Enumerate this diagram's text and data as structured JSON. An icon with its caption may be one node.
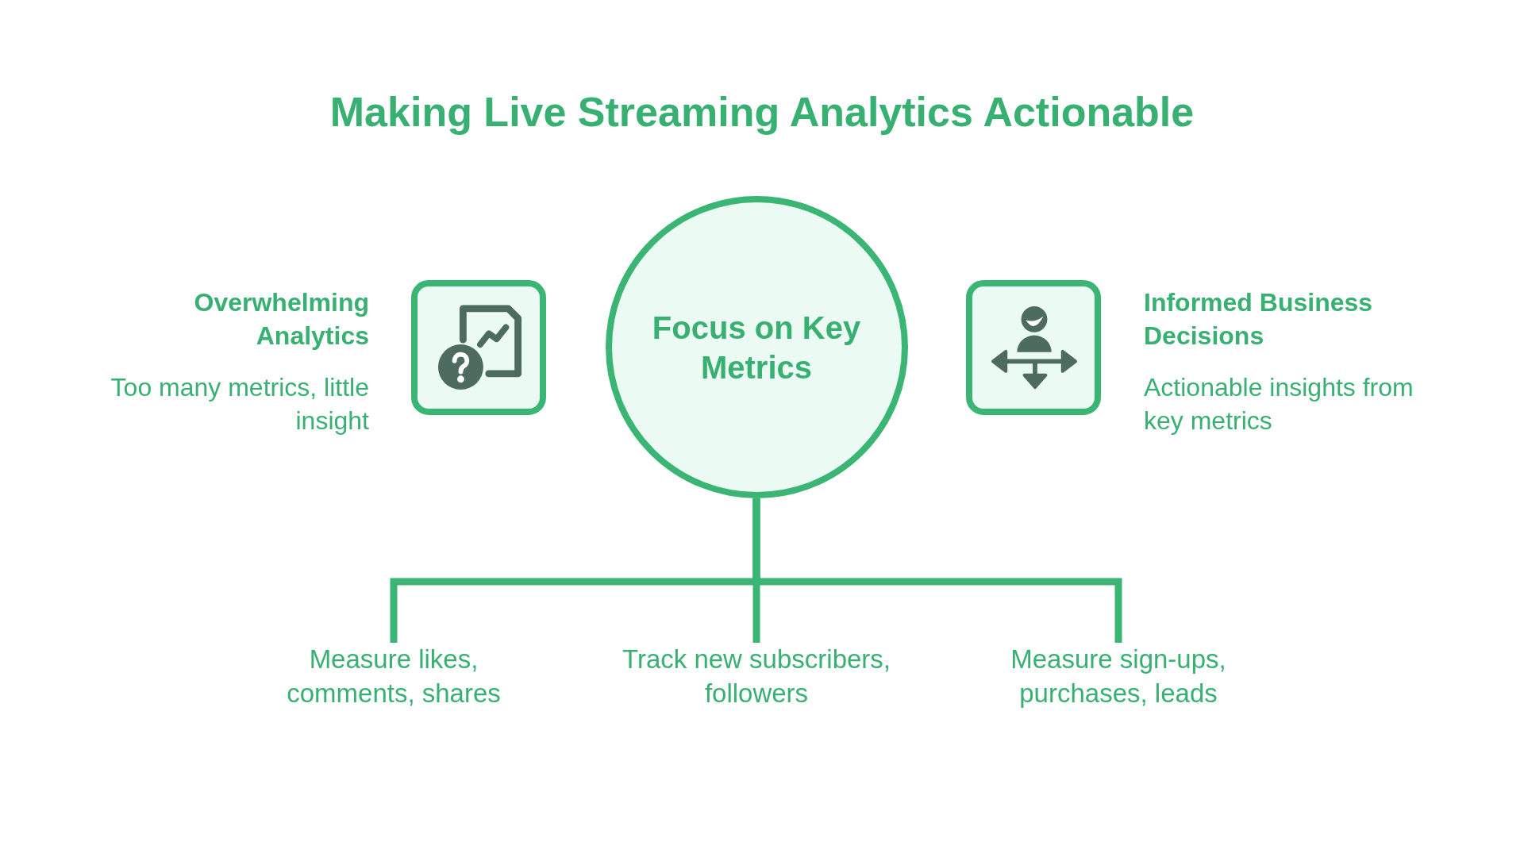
{
  "diagram": {
    "title": "Making Live Streaming Analytics Actionable",
    "nodes": [
      {
        "text": [
          "Overwhelming Analytics",
          "Too many metrics, little insight"
        ]
      },
      {
        "text": [
          "Focus on Key Metrics"
        ]
      },
      {
        "text": [
          "Informed Business Decisions",
          "Actionable insights from key metrics"
        ]
      },
      {
        "text": [
          "Measure likes, comments, shares"
        ]
      },
      {
        "text": [
          "Track new subscribers, followers"
        ]
      },
      {
        "text": [
          "Measure sign-ups, purchases, leads"
        ]
      }
    ],
    "edges": [
      {
        "from": 1,
        "to": 3,
        "arrow": "none"
      },
      {
        "from": 1,
        "to": 4,
        "arrow": "none"
      },
      {
        "from": 1,
        "to": 5,
        "arrow": "none"
      }
    ]
  }
}
